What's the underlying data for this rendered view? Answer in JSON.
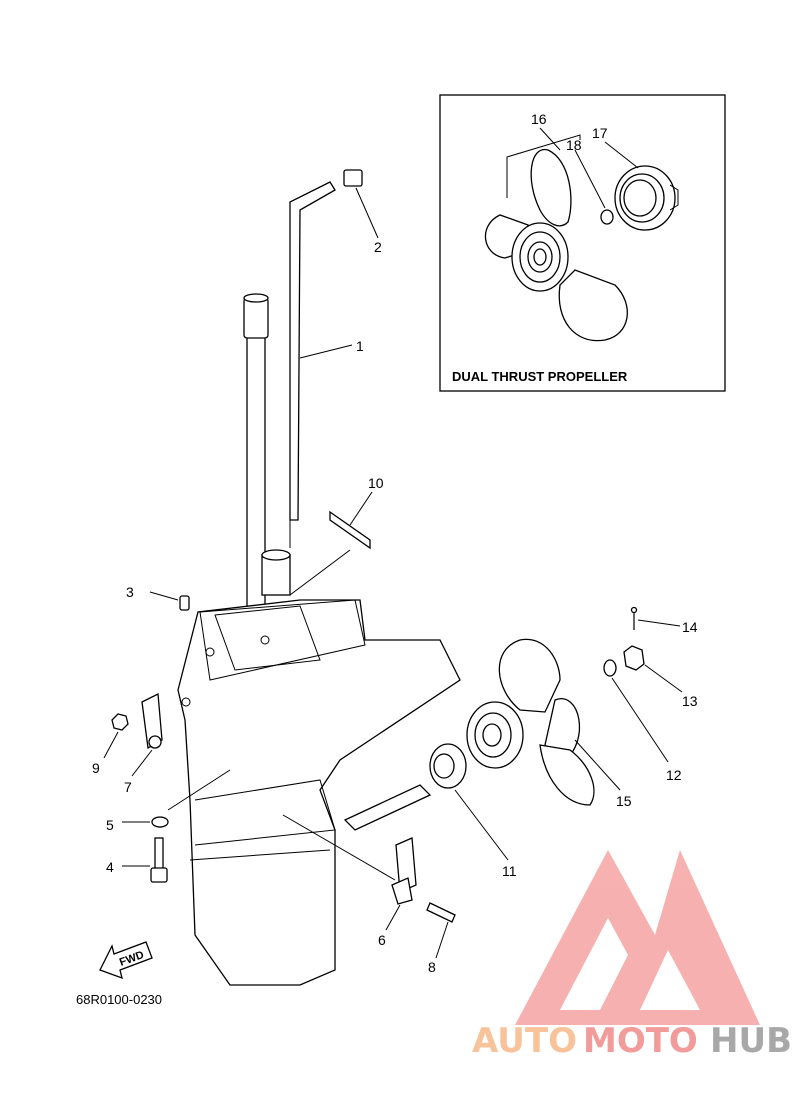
{
  "inset": {
    "title": "DUAL THRUST PROPELLER"
  },
  "diagram_code": "68R0100-0230",
  "fwd_label": "FWD",
  "callouts": [
    "1",
    "2",
    "3",
    "4",
    "5",
    "6",
    "7",
    "8",
    "9",
    "10",
    "11",
    "12",
    "13",
    "14",
    "15",
    "16",
    "17",
    "18"
  ],
  "watermark": {
    "part1": "AUTO",
    "part2": "MOTO",
    "part3": "HUB",
    "color_light": "#f7b98a",
    "color_red": "#f08a8a",
    "color_gray": "#9a9a9a"
  }
}
